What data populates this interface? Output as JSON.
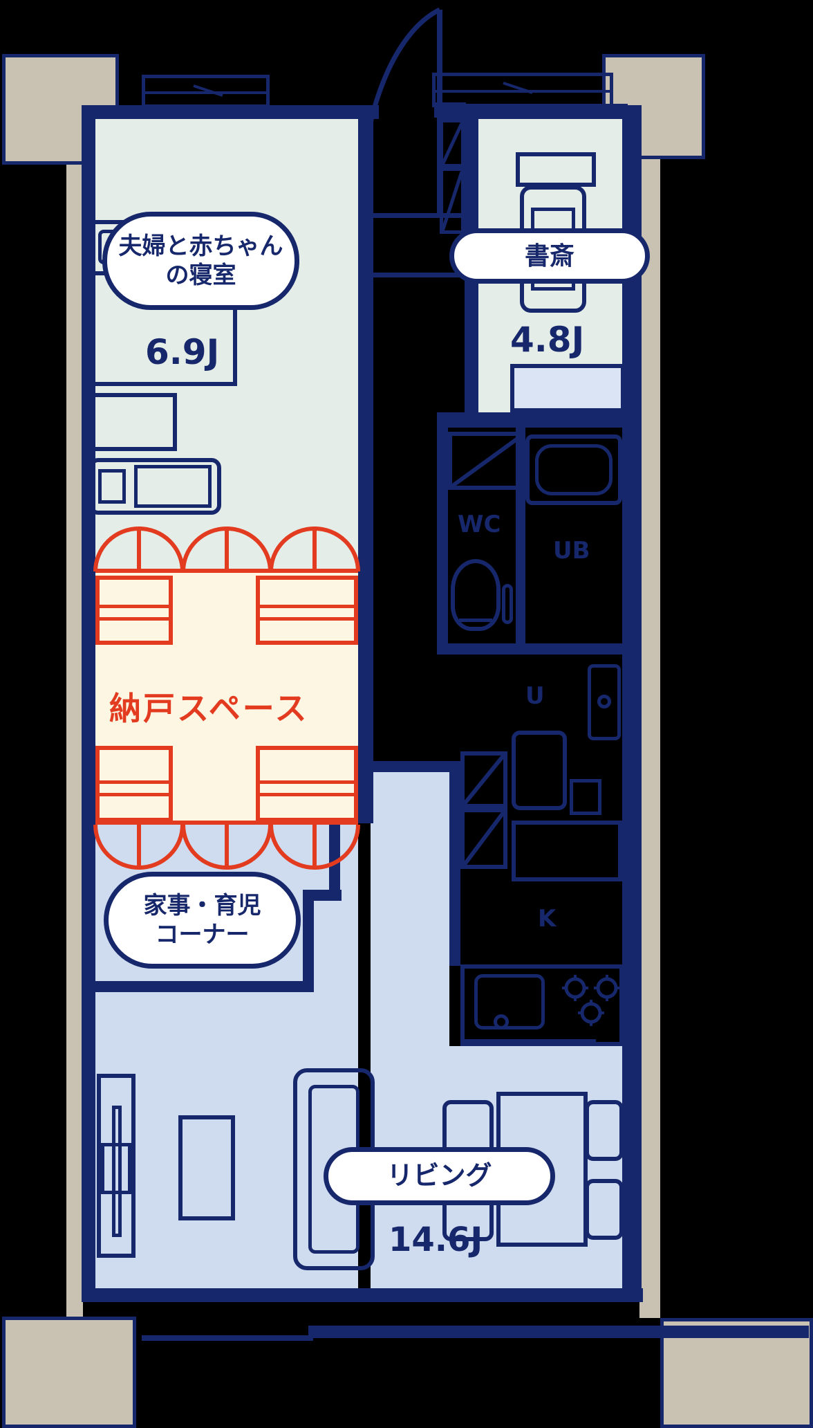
{
  "colors": {
    "navy": "#17276b",
    "mint": "#e4ede7",
    "cream": "#fdf6e3",
    "blue": "#cfdcef",
    "beige": "#c9c2b2",
    "red": "#e23b20",
    "white": "#ffffff",
    "closet": "#dbe4f4",
    "bg": "#000000"
  },
  "rooms": {
    "bedroom": {
      "label_line1": "夫婦と赤ちゃん",
      "label_line2": "の寝室",
      "area": "6.9J"
    },
    "study": {
      "label": "書斎",
      "area": "4.8J"
    },
    "storage": {
      "label": "納戸スペース"
    },
    "nook": {
      "label_line1": "家事・育児",
      "label_line2": "コーナー"
    },
    "living": {
      "label": "リビング",
      "area": "14.6J"
    },
    "wc": {
      "label": "WC"
    },
    "bath": {
      "label": "UB"
    },
    "utility": {
      "label": "U"
    },
    "kitchen": {
      "label": "K"
    }
  }
}
